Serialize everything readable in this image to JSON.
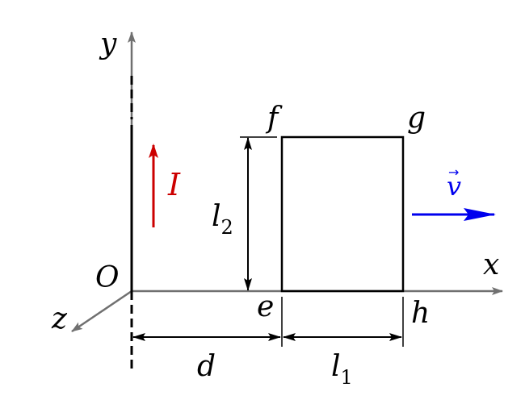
{
  "axes": {
    "x_label": "x",
    "y_label": "y",
    "z_label": "z",
    "origin_label": "O",
    "color": "#707070"
  },
  "wire": {
    "current_label": "I",
    "current_color": "#cc0000"
  },
  "loop": {
    "corners": {
      "top_left": "f",
      "top_right": "g",
      "bottom_left": "e",
      "bottom_right": "h"
    },
    "color": "#000000"
  },
  "velocity": {
    "label": "v",
    "vector_mark": "→",
    "color": "#0000ee"
  },
  "dimensions": {
    "height_label": "l",
    "height_subscript": "2",
    "width_label": "l",
    "width_subscript": "1",
    "distance_label": "d"
  }
}
